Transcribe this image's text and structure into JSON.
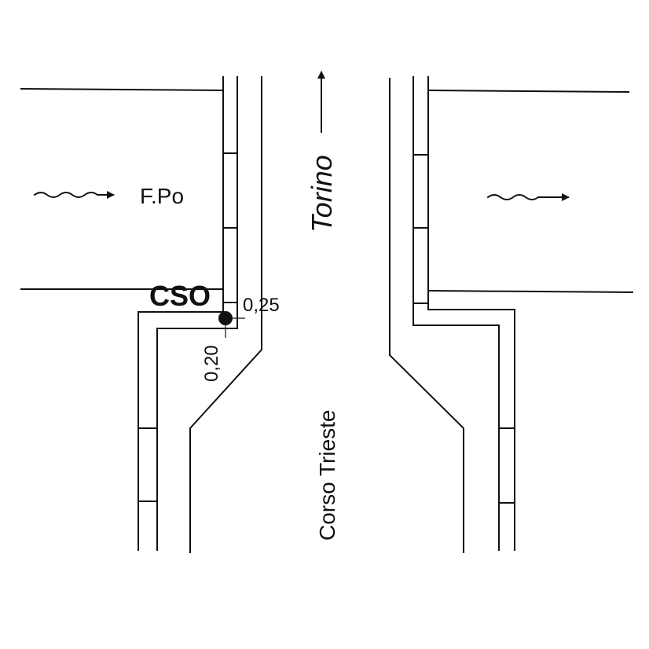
{
  "labels": {
    "river": "F.Po",
    "city": "Torino",
    "street": "Corso Trieste",
    "point": "CSO",
    "dim_horizontal": "0,25",
    "dim_vertical": "0,20"
  },
  "colors": {
    "ink": "#111111",
    "background": "#ffffff"
  },
  "icons": {
    "flow_arrow_left": "wavy-arrow-icon",
    "flow_arrow_right": "wavy-arrow-icon",
    "north_arrow": "arrow-up-icon"
  }
}
